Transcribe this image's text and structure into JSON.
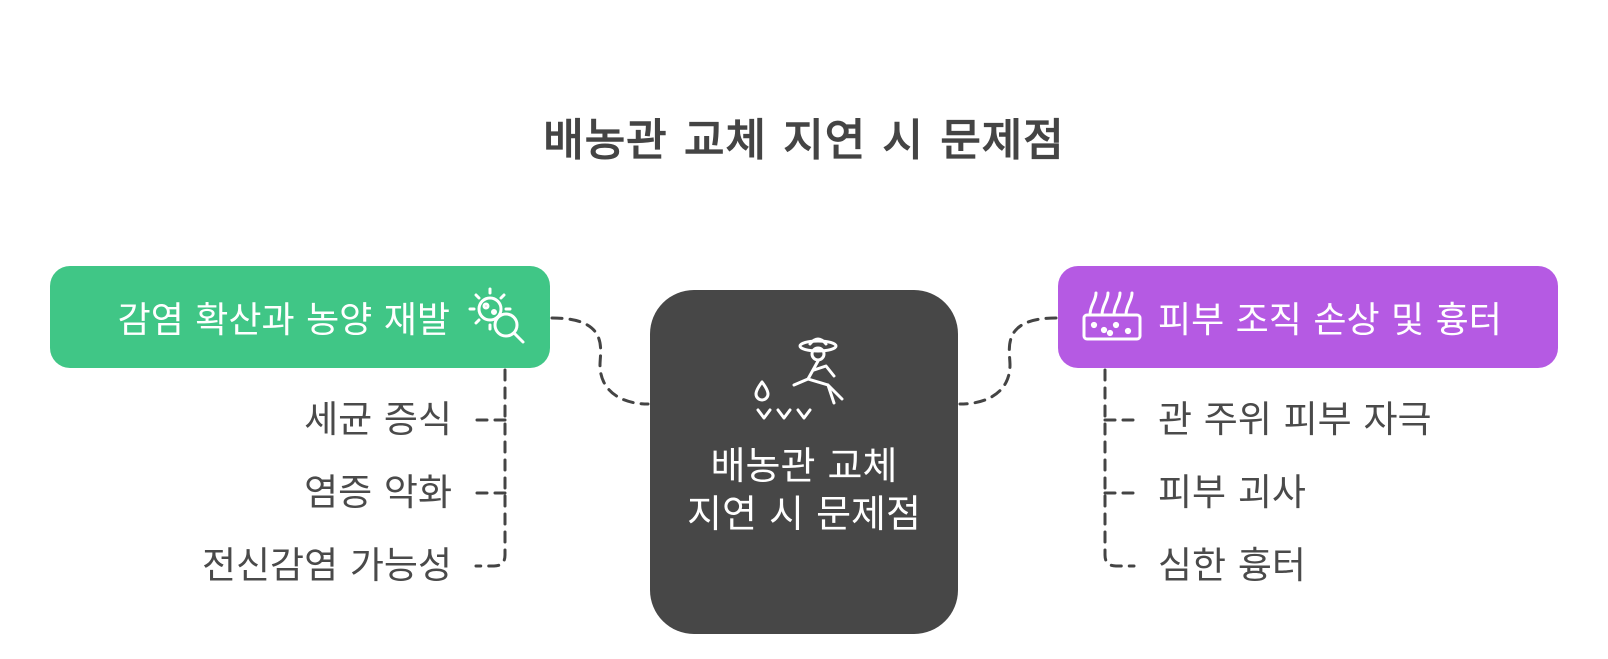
{
  "diagram": {
    "title": "배농관 교체 지연 시 문제점",
    "center": {
      "label": "배농관 교체 지연 시 문제점",
      "icon": "farmer-icon"
    },
    "left_branch": {
      "label": "감염 확산과 농양 재발",
      "icon": "bacteria-magnifier-icon",
      "color": "#40c686",
      "items": [
        "세균 증식",
        "염증 악화",
        "전신감염 가능성"
      ]
    },
    "right_branch": {
      "label": "피부 조직 손상 및 흉터",
      "icon": "skin-layer-icon",
      "color": "#b55ae3",
      "items": [
        "관 주위 피부 자극",
        "피부 괴사",
        "심한 흉터"
      ]
    },
    "colors": {
      "center_fill": "#474747",
      "text": "#444444",
      "connector": "#444444"
    }
  }
}
